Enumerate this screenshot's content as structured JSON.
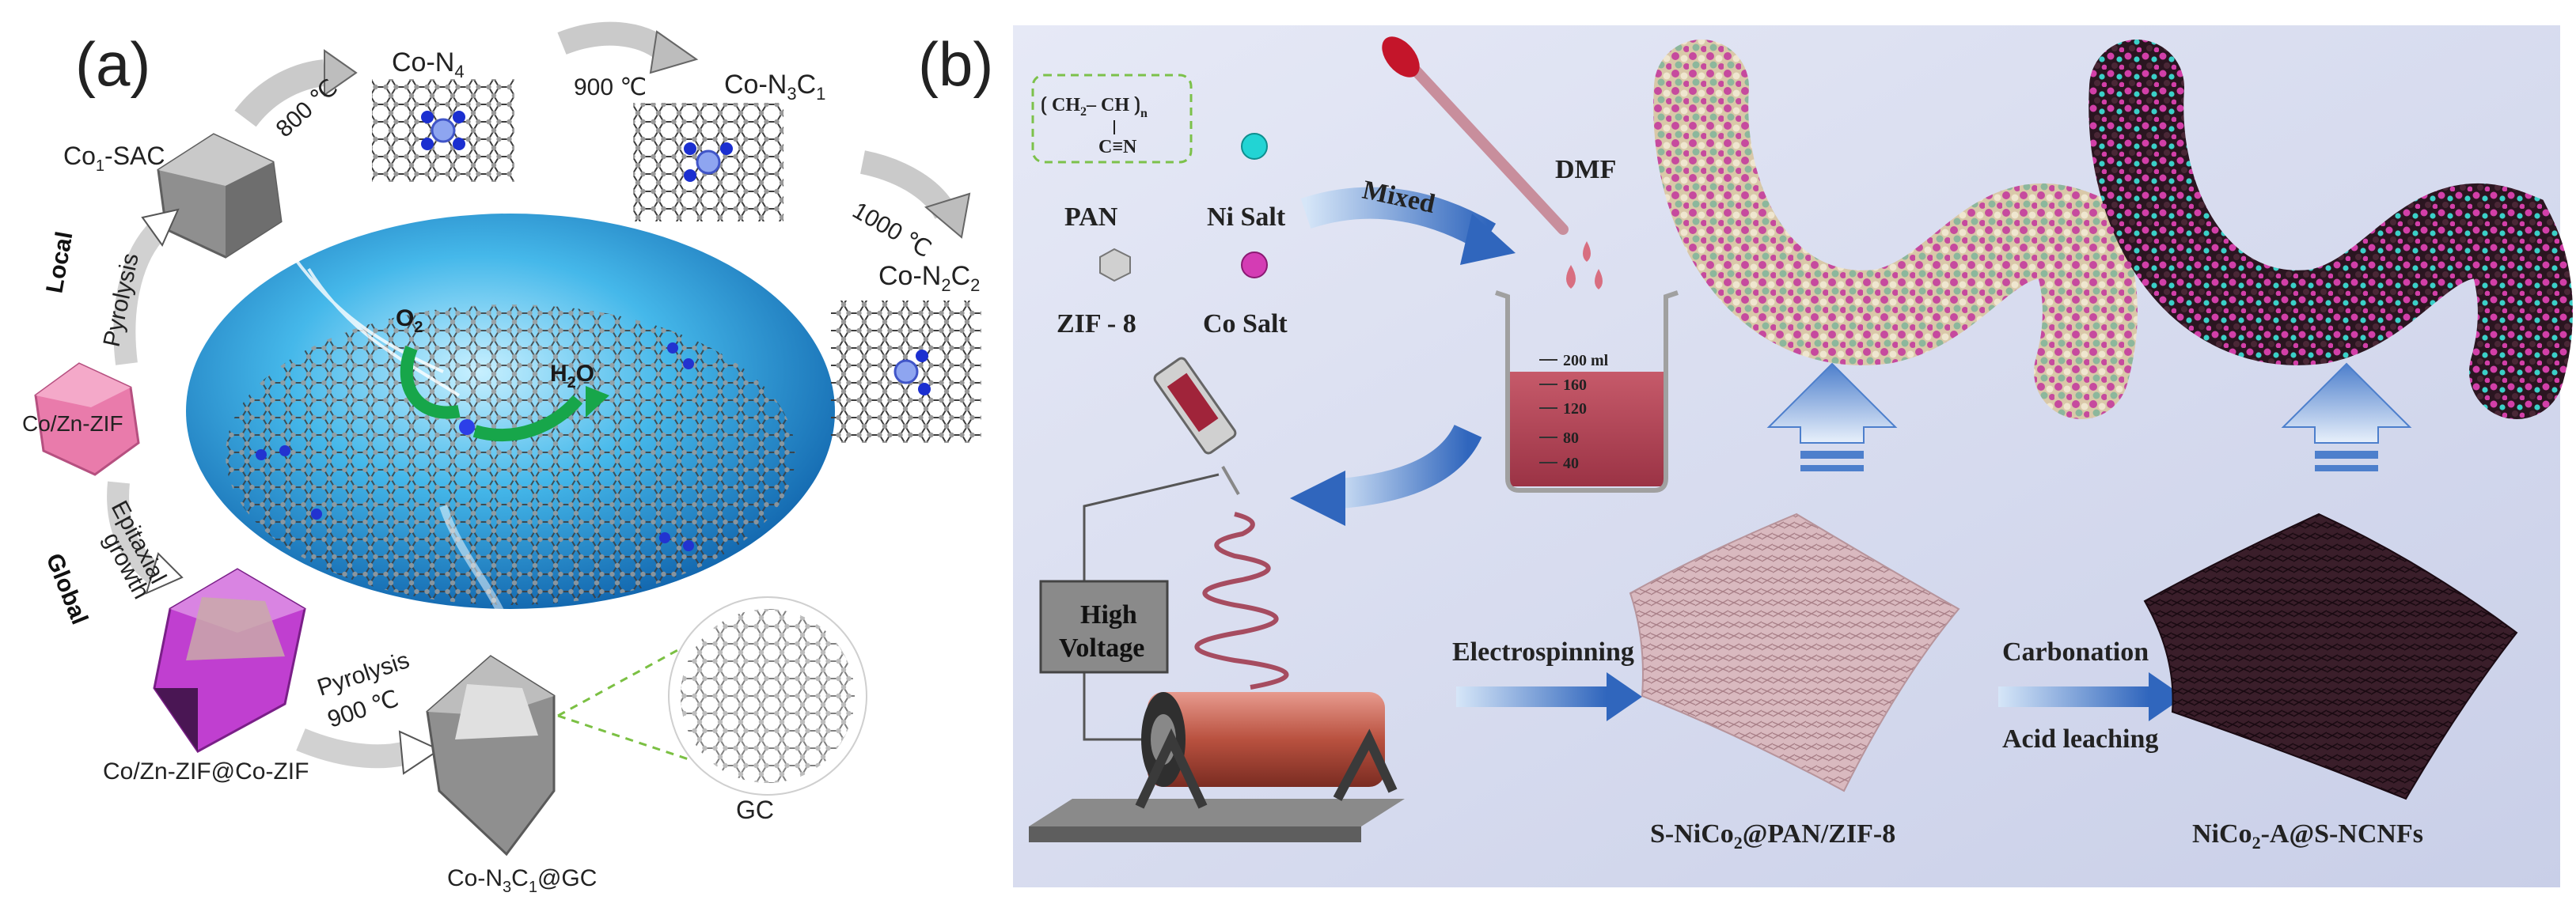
{
  "panel_a": {
    "label": "(a)",
    "structures": {
      "co_n4": "Co-N",
      "co_n4_sub": "4",
      "co_n3c1_a": "Co-N",
      "co_n3c1_b": "3",
      "co_n3c1_c": "C",
      "co_n3c1_d": "1",
      "co_n2c2_a": "Co-N",
      "co_n2c2_b": "2",
      "co_n2c2_c": "C",
      "co_n2c2_d": "2"
    },
    "temps": {
      "t800": "800 ℃",
      "t900": "900 ℃",
      "t1000": "1000 ℃"
    },
    "co1_sac_a": "Co",
    "co1_sac_b": "1",
    "co1_sac_c": "-SAC",
    "local": "Local",
    "pyrolysis_top": "Pyrolysis",
    "co_zn_zif": "Co/Zn-ZIF",
    "epitaxial": "Epitaxial",
    "growth": "growth",
    "global": "Global",
    "core_shell": "Co/Zn-ZIF@Co-ZIF",
    "pyrolysis_bottom": "Pyrolysis",
    "t900_bottom": "900 ℃",
    "product_a": "Co-N",
    "product_b": "3",
    "product_c": "C",
    "product_d": "1",
    "product_e": "@GC",
    "gc": "GC",
    "o2_a": "O",
    "o2_b": "2",
    "h2o_a": "H",
    "h2o_b": "2",
    "h2o_c": "O"
  },
  "panel_b": {
    "label": "(b)",
    "pan_formula_a": "CH",
    "pan_formula_b": "2",
    "pan_formula_c": "– CH",
    "pan_formula_d": "n",
    "pan_formula_e": "C≡N",
    "pan": "PAN",
    "ni_salt": "Ni Salt",
    "zif8": "ZIF - 8",
    "co_salt": "Co Salt",
    "mixed": "Mixed",
    "dmf": "DMF",
    "beaker_marks": [
      "200 ml",
      "160",
      "120",
      "80",
      "40"
    ],
    "high_voltage_1": "High",
    "high_voltage_2": "Voltage",
    "electrospinning": "Electrospinning",
    "carbonation": "Carbonation",
    "acid_leaching": "Acid leaching",
    "mat1_a": "S-NiCo",
    "mat1_b": "2",
    "mat1_c": "@PAN/ZIF-8",
    "mat2_a": "NiCo",
    "mat2_b": "2",
    "mat2_c": "-A@S-NCNFs"
  },
  "colors": {
    "panel_b_bg": "#d7dcef",
    "ellipse_blue": "#2aa6e0",
    "zif_pink": "#e56fa3",
    "core_shell_purple": "#c03fd0",
    "arrow_blue": "#2f6cc4",
    "ni_cyan": "#22d4d4",
    "co_magenta": "#d43cb4",
    "solution_red": "#b24a5a"
  }
}
